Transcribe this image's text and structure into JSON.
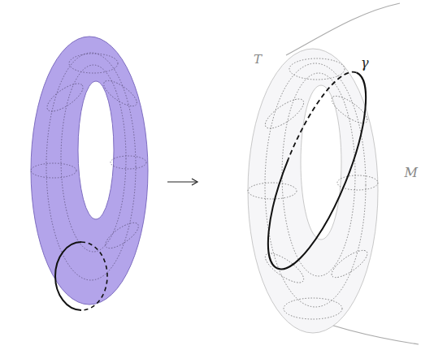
{
  "diagram": {
    "labels": [
      "T",
      "γ",
      "M"
    ]
  }
}
